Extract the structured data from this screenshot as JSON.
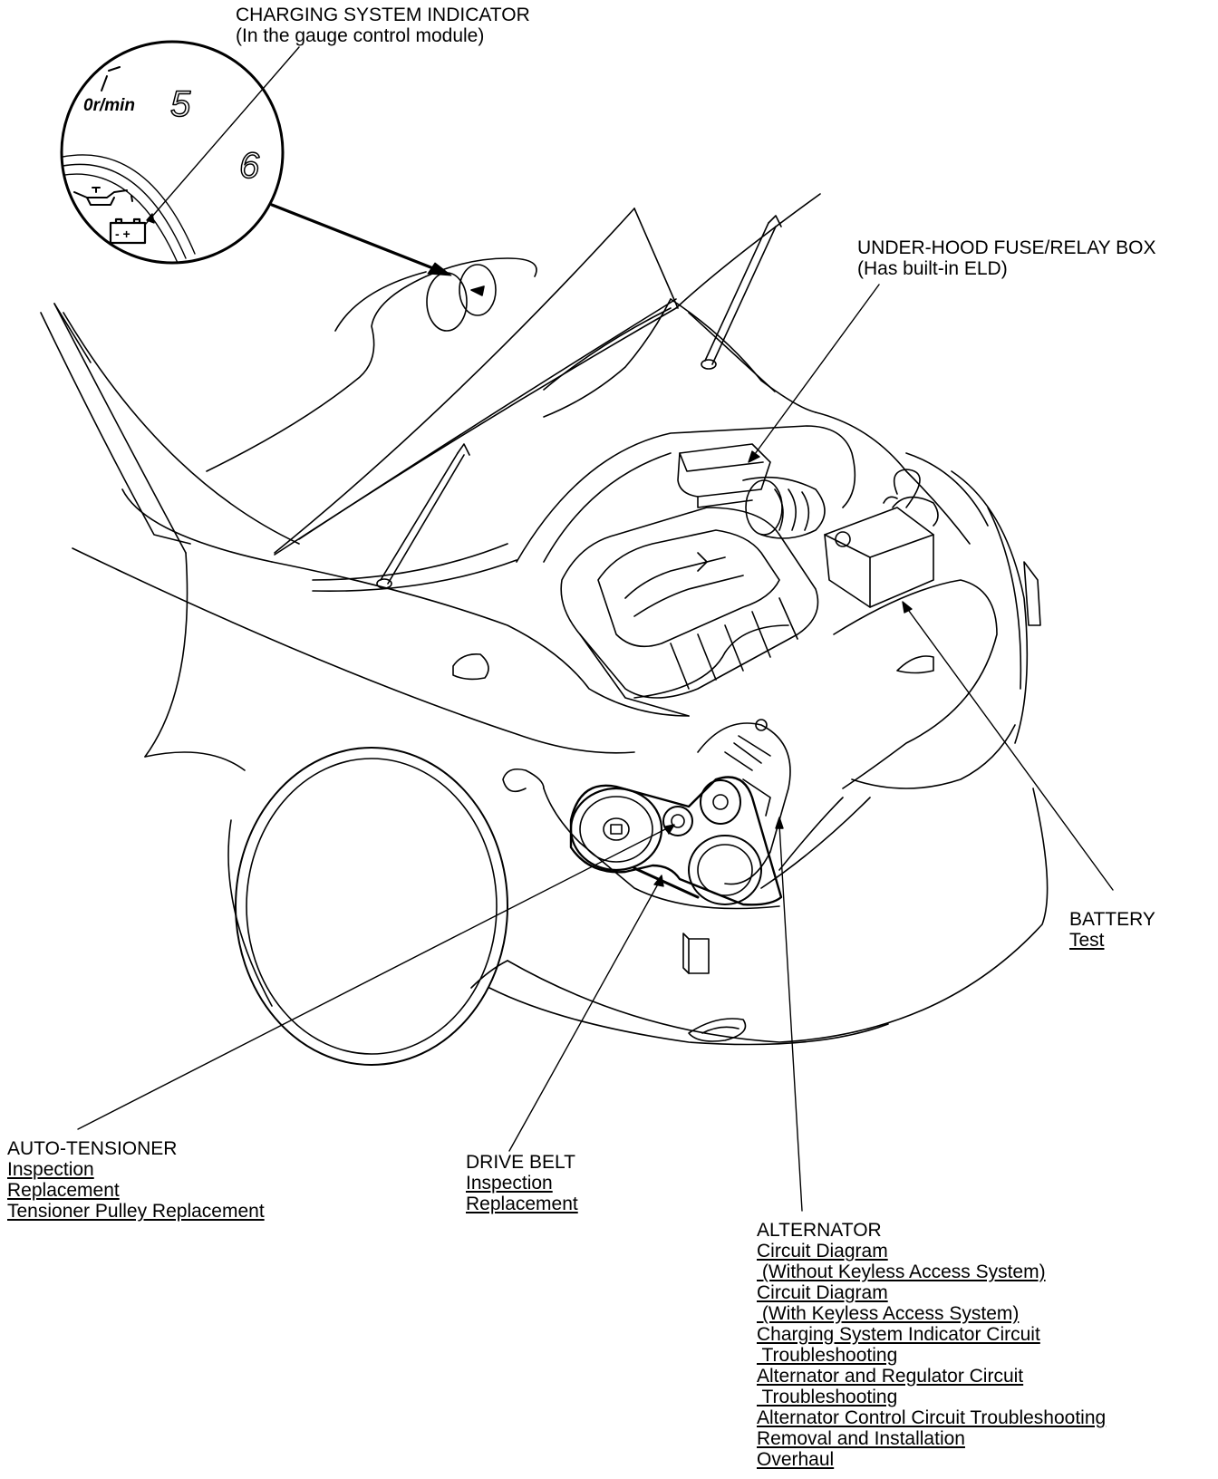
{
  "labels": {
    "charging_indicator": {
      "title": "CHARGING SYSTEM INDICATOR",
      "sub": "(In the gauge control module)"
    },
    "fuse_box": {
      "title": "UNDER-HOOD FUSE/RELAY BOX",
      "sub": "(Has built-in ELD)"
    },
    "battery": {
      "title": "BATTERY",
      "links": [
        "Test"
      ]
    },
    "auto_tensioner": {
      "title": "AUTO-TENSIONER",
      "links": [
        "Inspection",
        "Replacement",
        "Tensioner Pulley Replacement"
      ]
    },
    "drive_belt": {
      "title": "DRIVE BELT",
      "links": [
        "Inspection",
        "Replacement"
      ]
    },
    "alternator": {
      "title": "ALTERNATOR",
      "links": [
        "Circuit Diagram",
        " (Without Keyless Access System)",
        "Circuit Diagram",
        " (With Keyless Access System)",
        "Charging System Indicator Circuit",
        " Troubleshooting",
        "Alternator and Regulator Circuit",
        " Troubleshooting",
        "Alternator Control Circuit Troubleshooting",
        "Removal and Installation",
        "Overhaul"
      ]
    }
  },
  "gauge": {
    "unit": "0r/min",
    "digit_5": "5",
    "digit_6": "6",
    "battery_symbol": "- +"
  }
}
